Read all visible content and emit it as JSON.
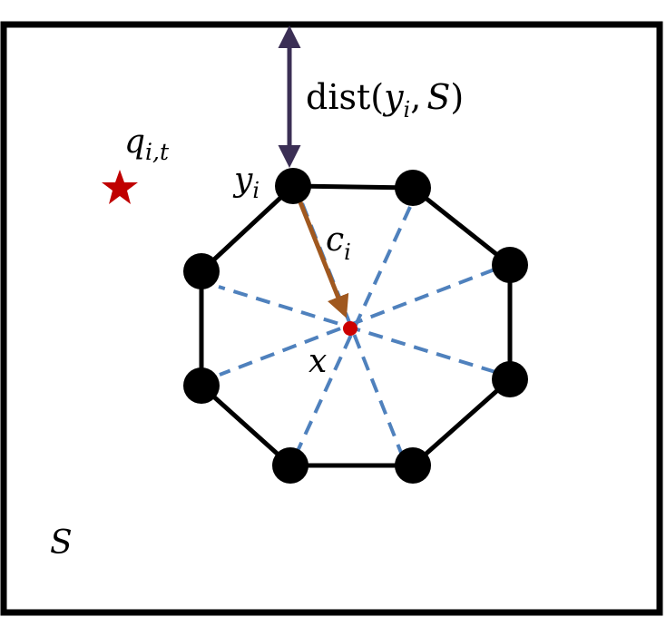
{
  "labels": {
    "dist_fn": "dist",
    "dist_open": "(",
    "dist_y": "y",
    "dist_y_sub": "i",
    "dist_comma": ",",
    "dist_S": "S",
    "dist_close": ")",
    "q": "q",
    "q_sub": "i,t",
    "y": "y",
    "y_sub": "i",
    "c": "c",
    "c_sub": "i",
    "x": "x",
    "S": "S"
  },
  "colors": {
    "frame": "#000000",
    "octagon": "#000000",
    "vertex": "#000000",
    "spokes": "#4f81bd",
    "dist_arrow": "#3b2f55",
    "c_arrow": "#a0581f",
    "center_point": "#cc0000",
    "star": "#c00000"
  },
  "icons": {
    "query_marker": "red-star-icon"
  }
}
